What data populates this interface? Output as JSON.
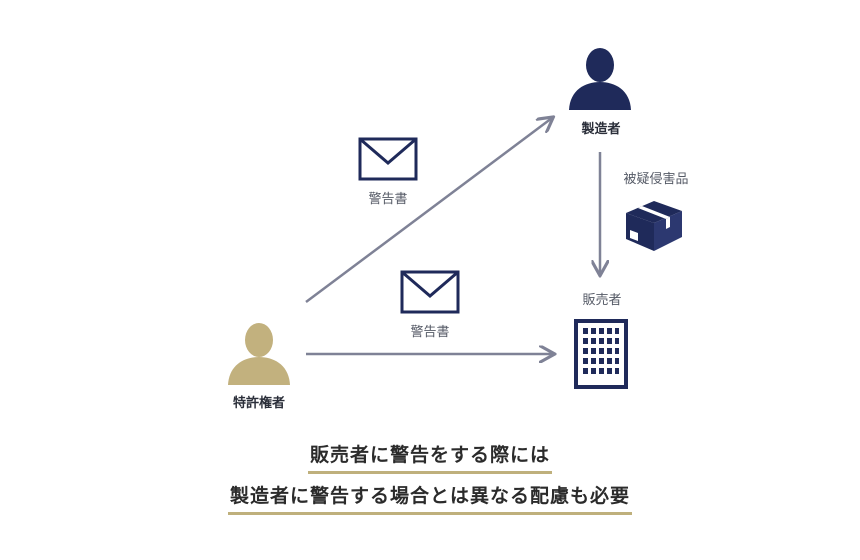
{
  "nodes": {
    "manufacturer": "製造者",
    "seller": "販売者",
    "patent_holder": "特許権者"
  },
  "edges": {
    "warning_to_manufacturer": "警告書",
    "warning_to_seller": "警告書",
    "infringing_product": "被疑侵害品"
  },
  "caption": {
    "line1": "販売者に警告をする際には",
    "line2": "製造者に警告する場合とは異なる配慮も必要"
  },
  "colors": {
    "manufacturer_icon": "#1f2a5a",
    "patent_holder_icon": "#c2b17e",
    "arrow": "#7f8296",
    "envelope": "#1f2a5a",
    "underline": "#bfb07c"
  }
}
